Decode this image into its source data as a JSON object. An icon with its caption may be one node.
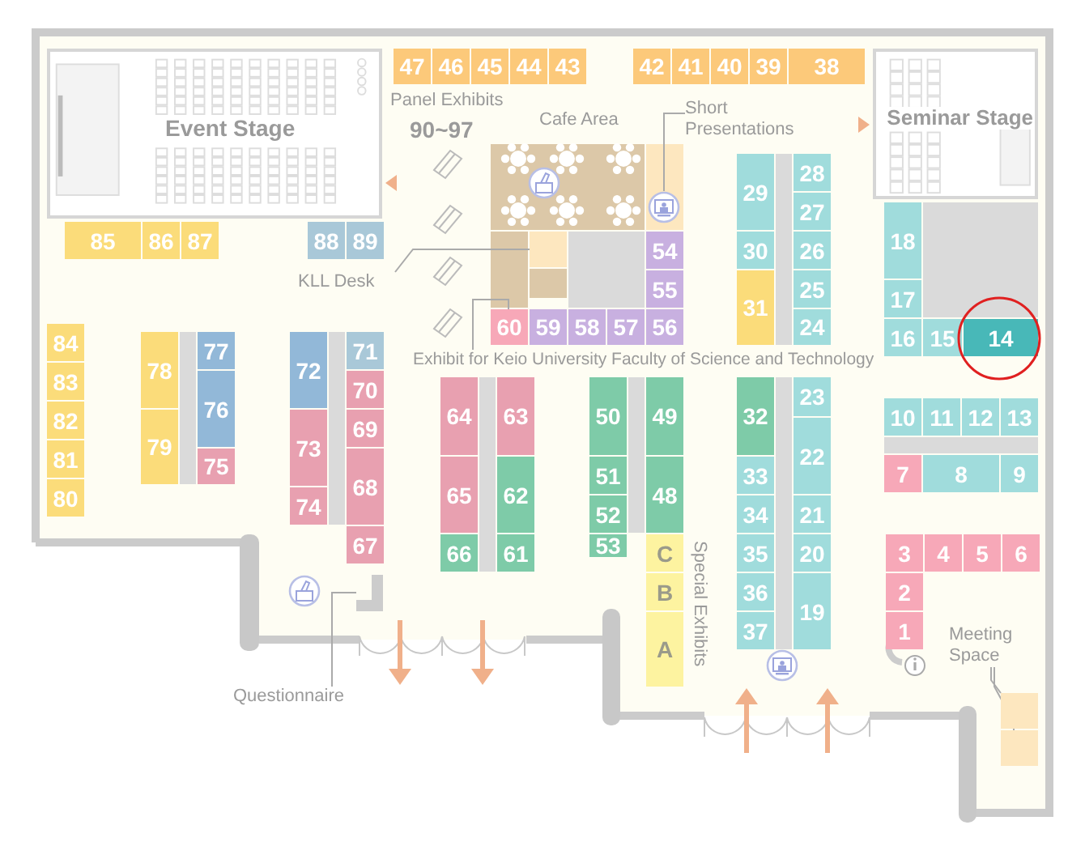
{
  "diagram": {
    "nodes": [
      {
        "text": [
          "Event Stage"
        ]
      },
      {
        "text": [
          "47"
        ]
      },
      {
        "text": [
          "46"
        ]
      },
      {
        "text": [
          "45"
        ]
      },
      {
        "text": [
          "44"
        ]
      },
      {
        "text": [
          "43"
        ]
      },
      {
        "text": [
          "42"
        ]
      },
      {
        "text": [
          "41"
        ]
      },
      {
        "text": [
          "40"
        ]
      },
      {
        "text": [
          "39"
        ]
      },
      {
        "text": [
          "38"
        ]
      },
      {
        "text": [
          "Seminar Stage"
        ]
      },
      {
        "text": [
          "Cafe Area"
        ]
      },
      {
        "text": [
          "Short Presentations"
        ]
      },
      {
        "text": [],
        "shape": "picture"
      },
      {
        "text": [
          "KLL Desk"
        ]
      },
      {
        "text": [],
        "shape": "box"
      },
      {
        "text": [
          "85"
        ]
      },
      {
        "text": [
          "86"
        ]
      },
      {
        "text": [
          "87"
        ]
      },
      {
        "text": [
          "88"
        ]
      },
      {
        "text": [
          "89"
        ]
      },
      {
        "text": [
          "84"
        ]
      },
      {
        "text": [
          "83"
        ]
      },
      {
        "text": [
          "82"
        ]
      },
      {
        "text": [
          "81"
        ]
      },
      {
        "text": [
          "80"
        ]
      },
      {
        "text": [
          "78"
        ]
      },
      {
        "text": [
          "79"
        ]
      },
      {
        "text": [
          "77"
        ]
      },
      {
        "text": [
          "76"
        ]
      },
      {
        "text": [
          "75"
        ]
      },
      {
        "text": [
          "72"
        ]
      },
      {
        "text": [
          "73"
        ]
      },
      {
        "text": [
          "74"
        ]
      },
      {
        "text": [
          "71"
        ]
      },
      {
        "text": [
          "70"
        ]
      },
      {
        "text": [
          "69"
        ]
      },
      {
        "text": [
          "68"
        ]
      },
      {
        "text": [
          "67"
        ]
      },
      {
        "text": [
          "60"
        ]
      },
      {
        "text": [
          "59"
        ]
      },
      {
        "text": [
          "58"
        ]
      },
      {
        "text": [
          "57"
        ]
      },
      {
        "text": [
          "56"
        ]
      },
      {
        "text": [
          "55"
        ]
      },
      {
        "text": [
          "54"
        ]
      },
      {
        "text": [
          "29"
        ]
      },
      {
        "text": [
          "30"
        ]
      },
      {
        "text": [
          "31"
        ]
      },
      {
        "text": [
          "28"
        ]
      },
      {
        "text": [
          "27"
        ]
      },
      {
        "text": [
          "26"
        ]
      },
      {
        "text": [
          "25"
        ]
      },
      {
        "text": [
          "24"
        ]
      },
      {
        "text": [
          "18"
        ]
      },
      {
        "text": [
          "17"
        ]
      },
      {
        "text": [
          "16"
        ]
      },
      {
        "text": [
          "15"
        ]
      },
      {
        "text": [
          "14"
        ]
      },
      {
        "text": [
          "Exhibit for Keio University Faculty of Science and Technology"
        ]
      },
      {
        "text": [
          "64"
        ]
      },
      {
        "text": [
          "65"
        ]
      },
      {
        "text": [
          "66"
        ]
      },
      {
        "text": [
          "63"
        ]
      },
      {
        "text": [
          "62"
        ]
      },
      {
        "text": [
          "61"
        ]
      },
      {
        "text": [
          "50"
        ]
      },
      {
        "text": [
          "51"
        ]
      },
      {
        "text": [
          "52"
        ]
      },
      {
        "text": [
          "53"
        ]
      },
      {
        "text": [
          "49"
        ]
      },
      {
        "text": [
          "48"
        ]
      },
      {
        "text": [
          "C"
        ]
      },
      {
        "text": [
          "B"
        ]
      },
      {
        "text": [
          "A"
        ]
      },
      {
        "text": [
          "32"
        ]
      },
      {
        "text": [
          "33"
        ]
      },
      {
        "text": [
          "34"
        ]
      },
      {
        "text": [
          "35"
        ]
      },
      {
        "text": [
          "36"
        ]
      },
      {
        "text": [
          "37"
        ]
      },
      {
        "text": [
          "23"
        ]
      },
      {
        "text": [
          "22"
        ]
      },
      {
        "text": [
          "21"
        ]
      },
      {
        "text": [
          "20"
        ]
      },
      {
        "text": [
          "19"
        ]
      },
      {
        "text": [
          "10"
        ]
      },
      {
        "text": [
          "11"
        ]
      },
      {
        "text": [
          "12"
        ]
      },
      {
        "text": [
          "13"
        ]
      },
      {
        "text": [
          "7"
        ]
      },
      {
        "text": [
          "8"
        ]
      },
      {
        "text": [
          "9"
        ]
      },
      {
        "text": [
          "3"
        ]
      },
      {
        "text": [
          "4"
        ]
      },
      {
        "text": [
          "5"
        ]
      },
      {
        "text": [
          "6"
        ]
      },
      {
        "text": [
          "2"
        ]
      },
      {
        "text": [
          "1"
        ]
      },
      {
        "text": [
          "Questionnaire"
        ]
      },
      {
        "text": [],
        "shape": "box"
      },
      {
        "text": [
          "Meeting Space"
        ]
      },
      {
        "text": [],
        "shape": "box"
      },
      {
        "text": [],
        "shape": "box"
      }
    ],
    "edges": [
      {
        "from": 15,
        "to": 16,
        "arrow": "none"
      },
      {
        "from": 13,
        "to": 14,
        "arrow": "none"
      },
      {
        "from": 60,
        "to": 40,
        "arrow": "none"
      },
      {
        "from": 100,
        "to": 101,
        "arrow": "none"
      },
      {
        "from": 102,
        "to": 103,
        "arrow": "none"
      },
      {
        "from": 102,
        "to": 104,
        "arrow": "none"
      }
    ],
    "labels": [
      "Panel Exhibits",
      "90~97",
      "Special Exhibits"
    ]
  }
}
